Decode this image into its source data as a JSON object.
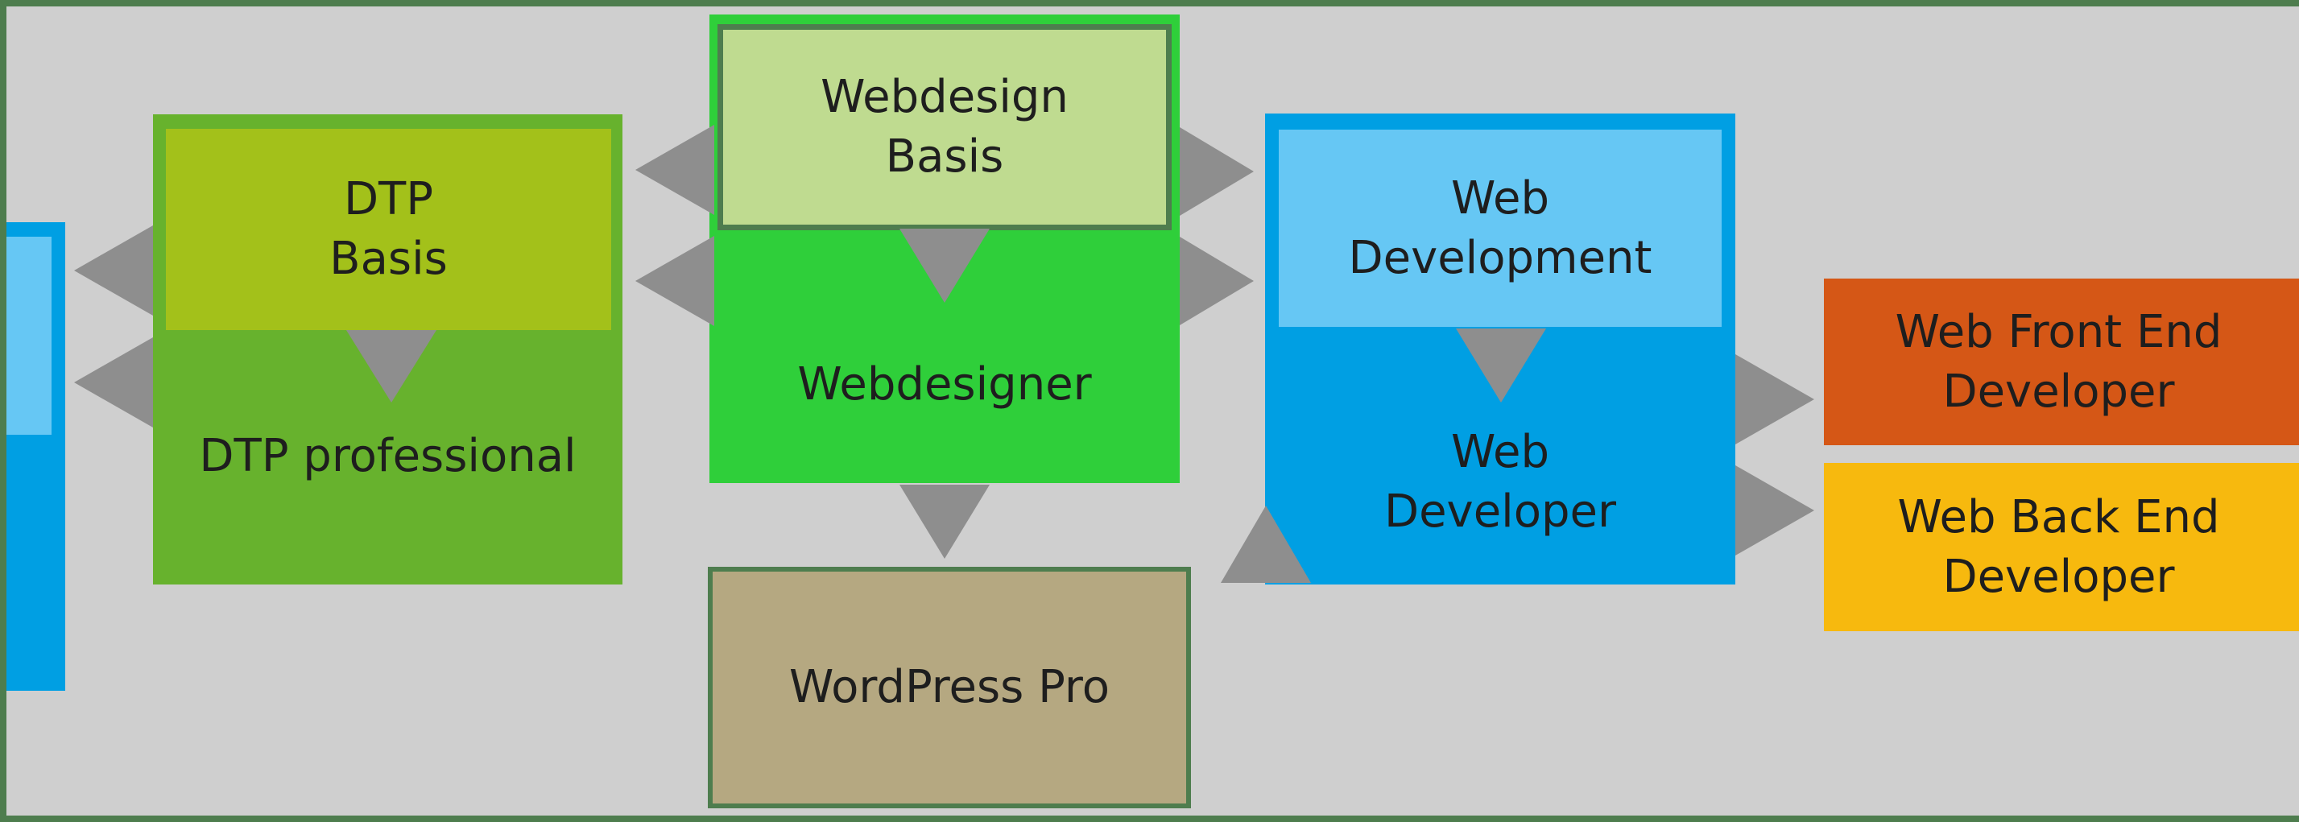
{
  "colors": {
    "background": "#cfcfcf",
    "frame": "#4e7d4e",
    "arrow": "#8e8e8e",
    "blue_outer": "#009fe3",
    "blue_inner": "#66c7f4",
    "dtp_outer": "#67b22d",
    "dtp_inner": "#a3c11a",
    "webdesign_outer": "#2fcf3a",
    "webdesign_inner": "#bfdb90",
    "wordpress": "#b5a881",
    "frontend": "#d55716",
    "backend": "#f7b90e"
  },
  "nodes": {
    "dtp_basis": "DTP\nBasis",
    "dtp_professional": "DTP professional",
    "webdesign_basis": "Webdesign\nBasis",
    "webdesigner": "Webdesigner",
    "wordpress_pro": "WordPress Pro",
    "web_development": "Web\nDevelopment",
    "web_developer": "Web\nDeveloper",
    "web_front_end_developer": "Web Front End\nDeveloper",
    "web_back_end_developer": "Web Back End\nDeveloper"
  }
}
